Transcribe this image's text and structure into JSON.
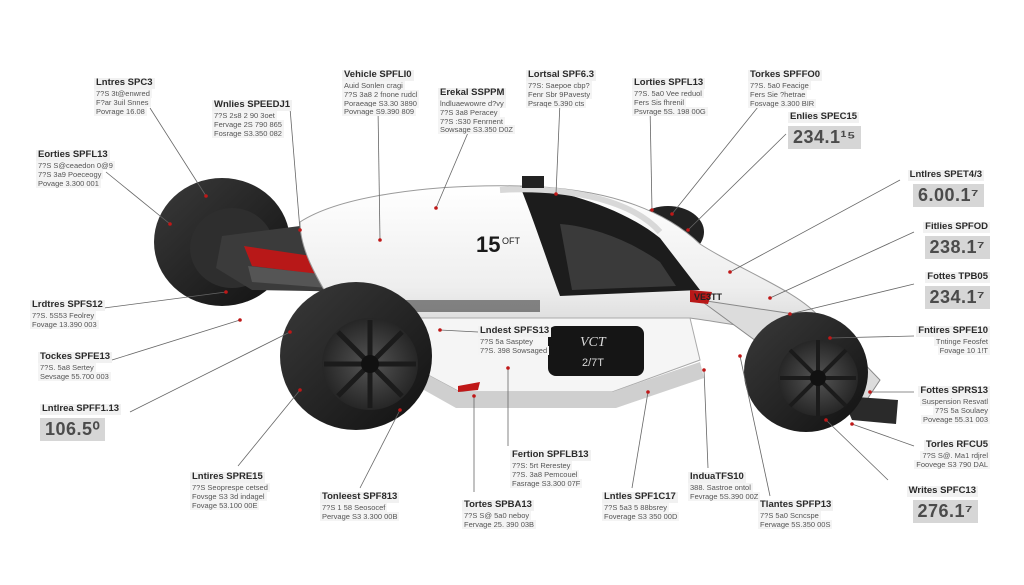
{
  "car": {
    "number": "15",
    "number_suffix": "OFT",
    "nose_badge": "VE3TT",
    "display_text": "2/7T",
    "display_logo": "VCT"
  },
  "callouts": [
    {
      "id": "c1",
      "title": "Lntres SPC3",
      "lines": [
        "7?S 3t@enwred",
        "F?ar 3uil Snnes",
        "Povrage 16.08"
      ]
    },
    {
      "id": "c2",
      "title": "Vehicle SPFLI0",
      "lines": [
        "Auid Sonlen cragi",
        "7?S 3a8 2 fnone rudcl",
        "Poraeage S3.30 3890",
        "Povnage S9.390 809"
      ]
    },
    {
      "id": "c3",
      "title": "Lortsal SPF6.3",
      "lines": [
        "7?S: Saepoe cbp?",
        "Fenr Sbr 9Pavesty",
        "Psraqe 5.390 cts"
      ]
    },
    {
      "id": "c4",
      "title": "Lorties SPFL13",
      "lines": [
        "7?S. 5a0 Vee reduol",
        "Fers Sis fhrenil",
        "Psvrage 5S. 198 00G"
      ]
    },
    {
      "id": "c5",
      "title": "Torkes SPFFO0",
      "lines": [
        "7?S. 5a0 Feacige",
        "Fers Sie ?hetrae",
        "Fosvage 3.300 BIR"
      ]
    },
    {
      "id": "c6",
      "title": "Wnlies SPEEDJ1",
      "lines": [
        "7?S 2s8 2 90 3oet",
        "Fervage 2S 790 865",
        "Fosrage S3.350 082"
      ]
    },
    {
      "id": "c7",
      "title": "Erekal SSPPM",
      "lines": [
        "lndluaewowre d?vy",
        "7?S 3a8 Peracey",
        "7?S :S30 Fenrnent",
        "Sowsage S3.350 D0Z"
      ]
    },
    {
      "id": "c8",
      "title": "Enlies SPEC15",
      "lines": [],
      "value": "234.1¹⁵"
    },
    {
      "id": "c9",
      "title": "Eorties SPFL13",
      "lines": [
        "7?S S@ceaedon 0@9",
        "7?S 3a9 Poeceogy",
        "Povage 3.300 001"
      ]
    },
    {
      "id": "c10",
      "title": "Lntlres SPET4/3",
      "lines": [],
      "value": "6.00.1⁷"
    },
    {
      "id": "c11",
      "title": "Fitlies SPFOD",
      "lines": [],
      "value": "238.1⁷"
    },
    {
      "id": "c12",
      "title": "Fottes TPB05",
      "lines": [],
      "value": "234.1⁷"
    },
    {
      "id": "c13",
      "title": "Lrdtres SPFS12",
      "lines": [
        "7?S. 5S53 Feolrey",
        "Fovage 13.390 003"
      ]
    },
    {
      "id": "c14",
      "title": "Fntires SPFE10",
      "lines": [
        "Tntinge Feosfet",
        "Fovage 10 1!T"
      ]
    },
    {
      "id": "c15",
      "title": "Tockes SPFE13",
      "lines": [
        "7?S. 5a8 Sertey",
        "Sevsage 55.700 003"
      ]
    },
    {
      "id": "c16",
      "title": "Lntlrea SPFF1.13",
      "lines": [],
      "value": "106.5⁰"
    },
    {
      "id": "c17",
      "title": "Lndest SPFS13",
      "lines": [
        "7?S 5a Sasptey",
        "7?S. 398 Sowsaged"
      ]
    },
    {
      "id": "c18",
      "title": "Fottes SPRS13",
      "lines": [
        "Suspension Resvatl",
        "7?S 5a Soulaey",
        "Poveage 55.31 003"
      ]
    },
    {
      "id": "c19",
      "title": "Torles RFCU5",
      "lines": [
        "7?S S@. Ma1 rdjrel",
        "Foovege S3 790 DAL"
      ]
    },
    {
      "id": "c20",
      "title": "Lntires SPRE15",
      "lines": [
        "7?S Seoprespe cetsed",
        "Fovsge S3 3d indagel",
        "Fovage 53.100 00E"
      ]
    },
    {
      "id": "c21",
      "title": "Fertion SPFLB13",
      "lines": [
        "7?S: 5rt Rerestey",
        "7?S. 3a8 Pemcouel",
        "Fasrage S3.300 07F"
      ]
    },
    {
      "id": "c22",
      "title": "InduaTFS10",
      "lines": [
        "388. Sastroe ontol",
        "Fevrage 5S.390 00Z"
      ]
    },
    {
      "id": "c23",
      "title": "Writes SPFC13",
      "lines": [],
      "value": "276.1⁷"
    },
    {
      "id": "c24",
      "title": "Tonleest SPF813",
      "lines": [
        "7?S 1 58 Seosocef",
        "Pervage S3 3.300 00B"
      ]
    },
    {
      "id": "c25",
      "title": "Tortes SPBA13",
      "lines": [
        "7?S S@ 5a0 neboy",
        "Fervage 25. 390 03B"
      ]
    },
    {
      "id": "c26",
      "title": "Lntles SPF1C17",
      "lines": [
        "7?S 5a3 5 88bsrey",
        "Foverage S3 350 00D"
      ]
    },
    {
      "id": "c27",
      "title": "Tlantes SPFP13",
      "lines": [
        "7?S 5a0 Scncspe",
        "Ferwage 5S.350 00S"
      ]
    }
  ]
}
